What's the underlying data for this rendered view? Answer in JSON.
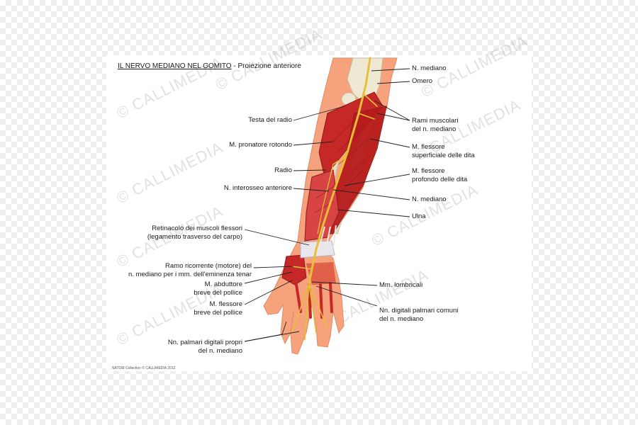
{
  "title": {
    "main": "IL NERVO MEDIANO NEL GOMITO",
    "sub": " - Proiezione anteriore"
  },
  "credit": "NATOM Collection © CALLIMEDIA 2012",
  "watermark": "© CALLIMEDIA",
  "labels_left": {
    "testa_radio": "Testa del radio",
    "pronatore": "M. pronatore rotondo",
    "radio": "Radio",
    "interosseo": "N. interosseo anteriore",
    "retinacolo_1": "Retinacolo dei muscoli flessori",
    "retinacolo_2": "(legamento trasverso del carpo)",
    "ramo_1": "Ramo ricorrente (motore) del",
    "ramo_2": "n. mediano per i mm. dell'eminenza tenar",
    "abduttore_1": "M. abduttore",
    "abduttore_2": "breve del pollice",
    "flessore_breve_1": "M. flessore",
    "flessore_breve_2": "breve del pollice",
    "palmari_propri_1": "Nn. palmari digitali propri",
    "palmari_propri_2": "del n. mediano"
  },
  "labels_right": {
    "mediano_top": "N. mediano",
    "omero": "Omero",
    "rami_1": "Rami muscolari",
    "rami_2": "del n. mediano",
    "fl_sup_1": "M. flessore",
    "fl_sup_2": "superficiale delle dita",
    "fl_prof_1": "M. flessore",
    "fl_prof_2": "profondo delle dita",
    "mediano_mid": "N. mediano",
    "ulna": "Ulna",
    "lombricali": "Mm. lombricali",
    "digitali_comuni_1": "Nn. digitali palmari comuni",
    "digitali_comuni_2": "del n. mediano"
  },
  "colors": {
    "muscle": "#c62828",
    "muscle_dark": "#8e1b1b",
    "skin": "#f6a27c",
    "skin_light": "#fcd5bf",
    "nerve": "#e8c035",
    "bone": "#efe8d2",
    "tendon": "#e9e6ee",
    "leader": "#222222"
  }
}
